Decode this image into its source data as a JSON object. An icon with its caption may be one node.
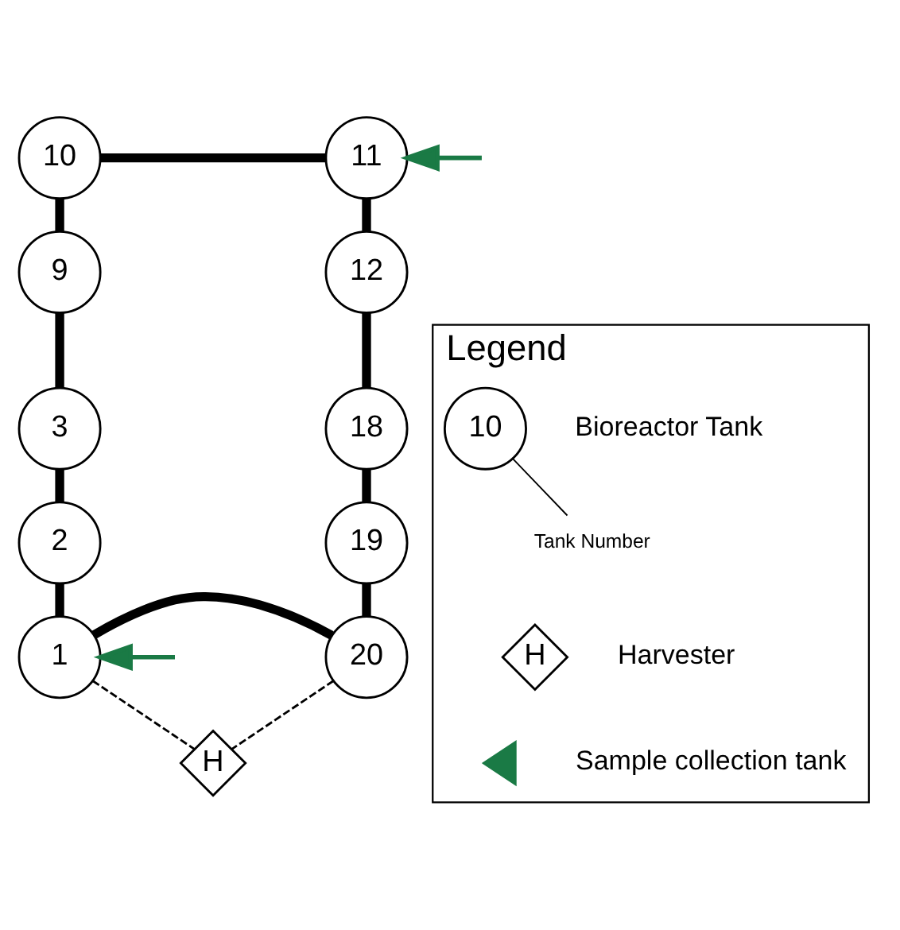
{
  "diagram": {
    "nodes": [
      {
        "text": [
          "10"
        ]
      },
      {
        "text": [
          "11"
        ]
      },
      {
        "text": [
          "9"
        ]
      },
      {
        "text": [
          "12"
        ]
      },
      {
        "text": [
          "3"
        ]
      },
      {
        "text": [
          "18"
        ]
      },
      {
        "text": [
          "2"
        ]
      },
      {
        "text": [
          "19"
        ]
      },
      {
        "text": [
          "1"
        ]
      },
      {
        "text": [
          "20"
        ]
      },
      {
        "text": [
          "H"
        ]
      },
      {
        "text": [
          "Legend"
        ]
      },
      {
        "text": [
          "10"
        ],
        "in": 11
      },
      {
        "text": [
          "Tank Number"
        ],
        "in": 11
      },
      {
        "text": [
          "H"
        ],
        "in": 11
      },
      {
        "text": [],
        "shape": "triangle",
        "in": 11
      }
    ],
    "edges": [
      {
        "from": 0,
        "to": 1,
        "arrow": "none"
      },
      {
        "from": 0,
        "to": 2,
        "arrow": "none"
      },
      {
        "from": 1,
        "to": 3,
        "arrow": "none"
      },
      {
        "from": 2,
        "to": 4,
        "arrow": "none"
      },
      {
        "from": 3,
        "to": 5,
        "arrow": "none"
      },
      {
        "from": 4,
        "to": 6,
        "arrow": "none"
      },
      {
        "from": 5,
        "to": 7,
        "arrow": "none"
      },
      {
        "from": 6,
        "to": 8,
        "arrow": "none"
      },
      {
        "from": 7,
        "to": 9,
        "arrow": "none"
      },
      {
        "from": 8,
        "to": 9,
        "arrow": "none"
      },
      {
        "from": 8,
        "to": 10,
        "arrow": "none",
        "style": "dashed"
      },
      {
        "from": 9,
        "to": 10,
        "arrow": "none",
        "style": "dashed"
      },
      {
        "from": null,
        "to": 1,
        "arrow": "to",
        "color": "#1a7a45"
      },
      {
        "from": null,
        "to": 8,
        "arrow": "to",
        "color": "#1a7a45"
      },
      {
        "from": 13,
        "to": 12,
        "arrow": "none"
      }
    ],
    "legend": [
      {
        "text": "Bioreactor Tank"
      },
      {
        "text": "Harvester"
      },
      {
        "text": "Sample collection tank"
      }
    ]
  }
}
